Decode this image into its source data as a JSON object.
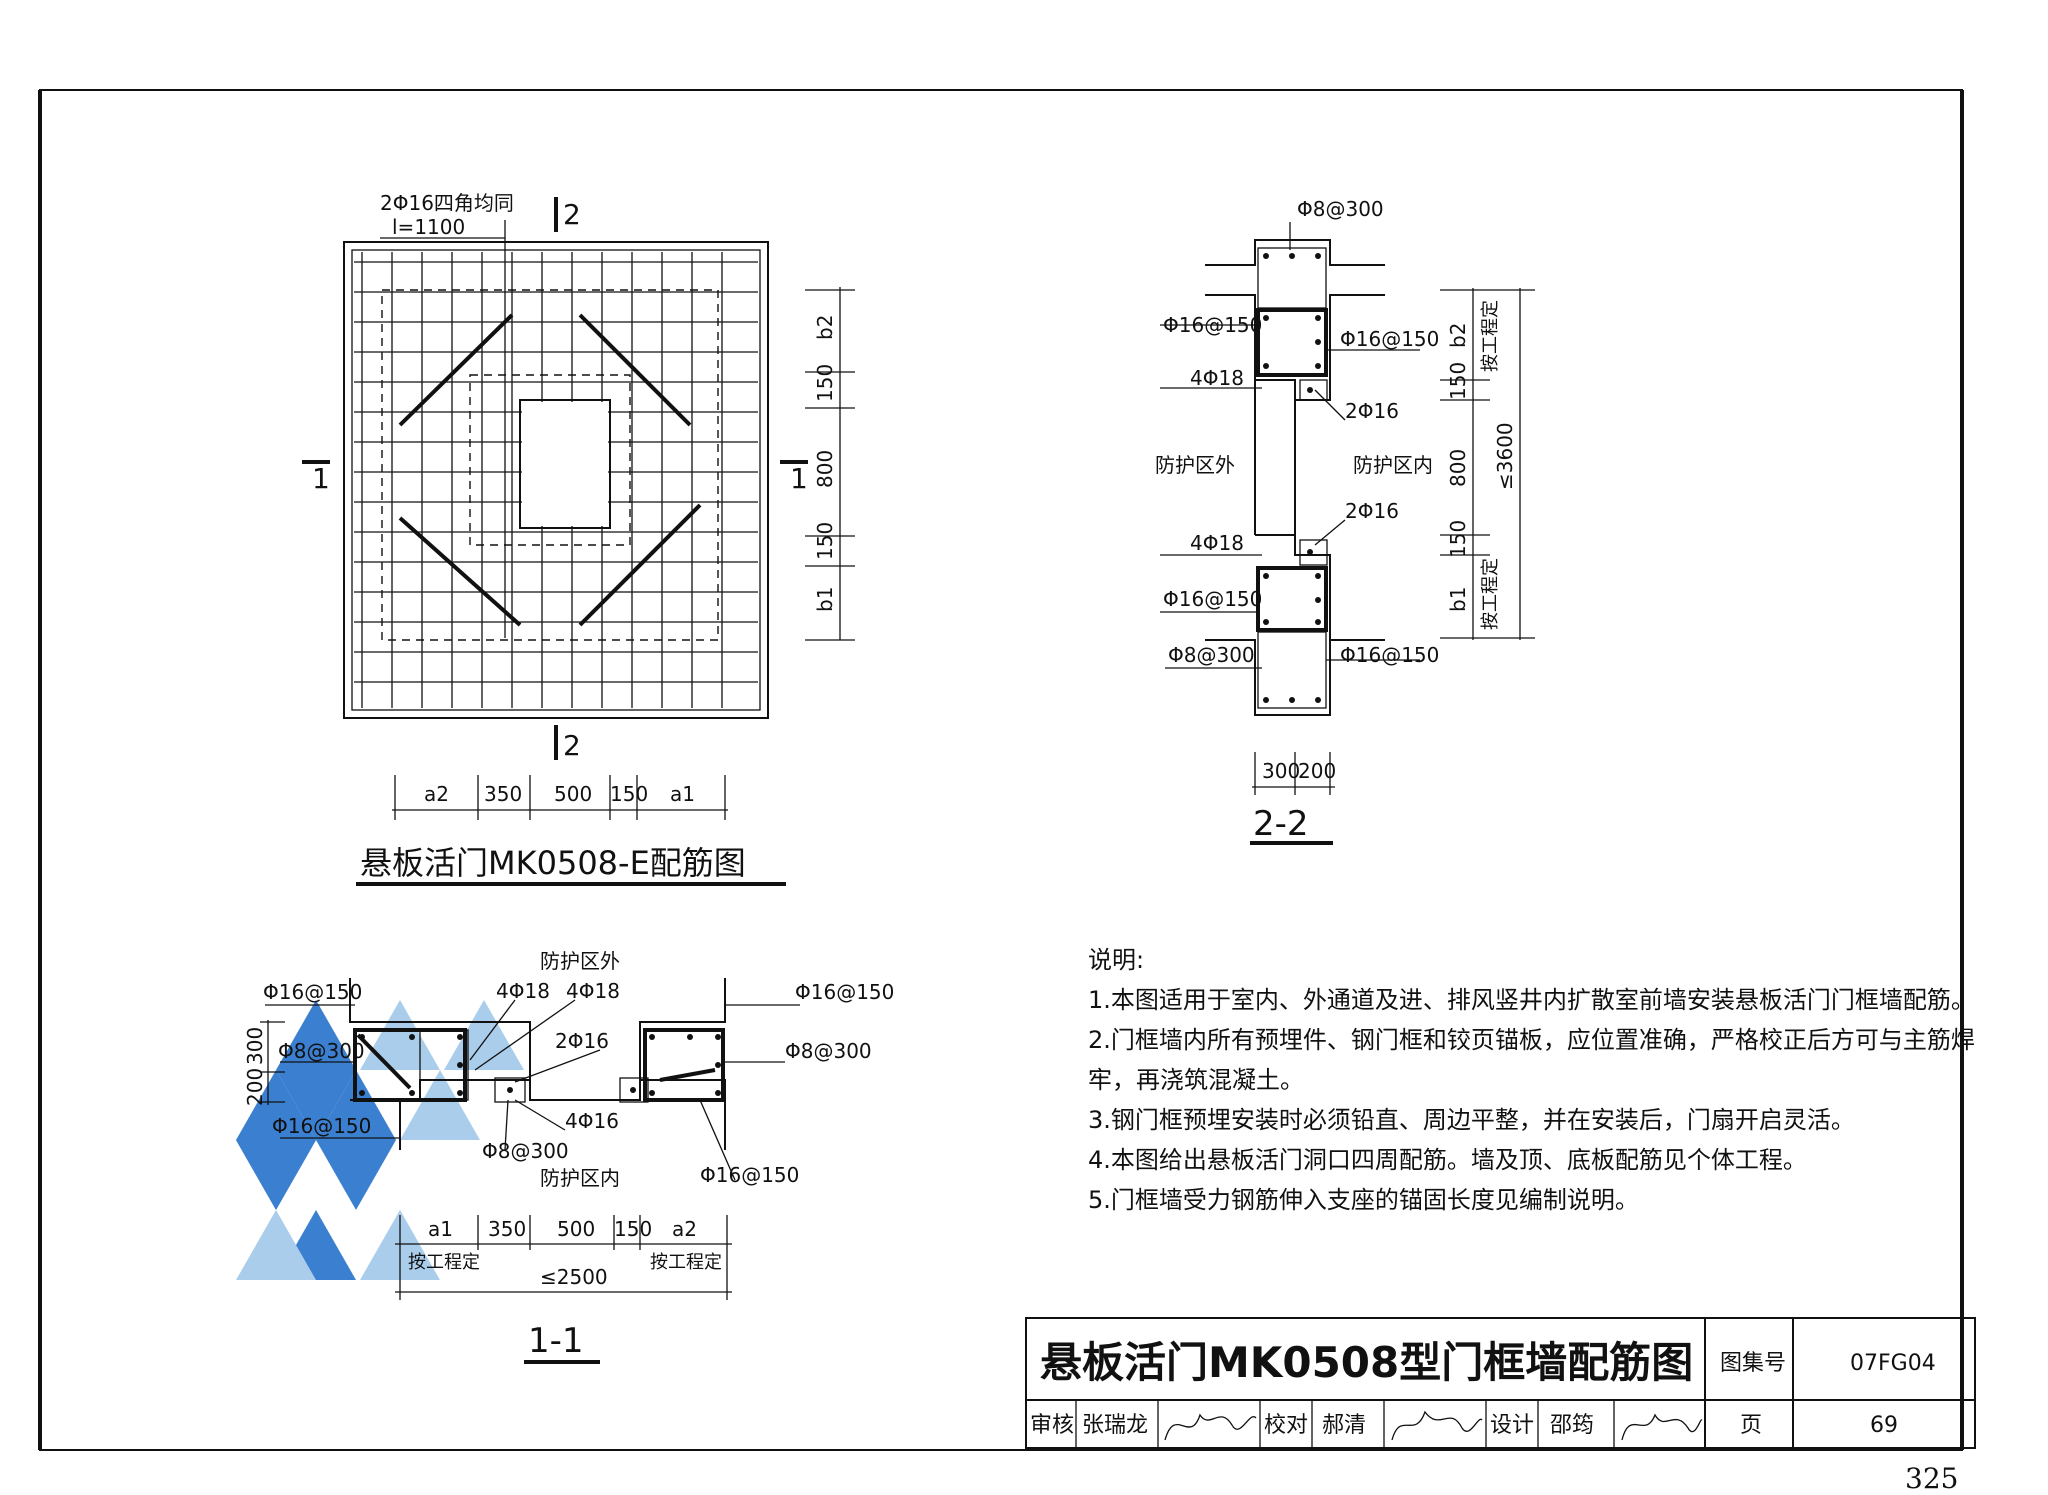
{
  "plan": {
    "bar_label": "2Φ16四角均同",
    "bar_length": "l=1100",
    "section_mark_1": "1",
    "section_mark_2": "2",
    "dim_vertical": [
      "b2",
      "150",
      "800",
      "150",
      "b1"
    ],
    "dim_horizontal": [
      "a2",
      "350",
      "500",
      "150",
      "a1"
    ],
    "caption": "悬板活门MK0508-E配筋图"
  },
  "section22": {
    "title": "2-2",
    "top_rebar": "Φ8@300",
    "left_upper_rebar": "Φ16@150",
    "left_4bar_upper": "4Φ18",
    "outside_label": "防护区外",
    "left_4bar_lower": "4Φ18",
    "left_lower_rebar": "Φ16@150",
    "bottom_left_rebar": "Φ8@300",
    "right_upper_rebar": "Φ16@150",
    "right_2bar_upper": "2Φ16",
    "inside_label": "防护区内",
    "right_2bar_lower": "2Φ16",
    "bottom_right_rebar": "Φ16@150",
    "dims_vertical": [
      "b2",
      "150",
      "800",
      "150",
      "b1"
    ],
    "by_project_upper": "按工程定",
    "by_project_lower": "按工程定",
    "height_limit": "≤3600",
    "dims_bottom": [
      "300",
      "200"
    ]
  },
  "section11": {
    "title": "1-1",
    "outside_label": "防护区外",
    "inside_label": "防护区内",
    "left_rebar_top": "Φ16@150",
    "bar_4_18_a": "4Φ18",
    "bar_4_18_b": "4Φ18",
    "right_rebar_top": "Φ16@150",
    "left_phi8": "Φ8@300",
    "right_phi8": "Φ8@300",
    "bar_2_16": "2Φ16",
    "bar_4_16": "4Φ16",
    "left_rebar_bottom": "Φ16@150",
    "center_phi8": "Φ8@300",
    "right_rebar_bottom": "Φ16@150",
    "dims_side": [
      "300",
      "200"
    ],
    "dims_bottom": [
      "a1",
      "350",
      "500",
      "150",
      "a2"
    ],
    "by_project_left": "按工程定",
    "by_project_right": "按工程定",
    "width_limit": "≤2500"
  },
  "notes": {
    "heading": "说明:",
    "items": [
      "1.本图适用于室内、外通道及进、排风竖井内扩散室前墙安装悬板活门门框墙配筋。",
      "2.门框墙内所有预埋件、钢门框和铰页锚板，应位置准确，严格校正后方可与主筋焊",
      "牢，再浇筑混凝土。",
      "3.钢门框预埋安装时必须铅直、周边平整，并在安装后，门扇开启灵活。",
      "4.本图给出悬板活门洞口四周配筋。墙及顶、底板配筋见个体工程。",
      "5.门框墙受力钢筋伸入支座的锚固长度见编制说明。"
    ]
  },
  "title_block": {
    "title": "悬板活门MK0508型门框墙配筋图",
    "atlas_label": "图集号",
    "atlas_no": "07FG04",
    "review_label": "审核",
    "reviewer": "张瑞龙",
    "check_label": "校对",
    "checker": "郝清",
    "design_label": "设计",
    "designer": "邵筠",
    "page_label": "页",
    "page_no": "69"
  },
  "sheet_number": "325",
  "watermark_colors": [
    "#3b7fd0",
    "#a9cdeb"
  ]
}
